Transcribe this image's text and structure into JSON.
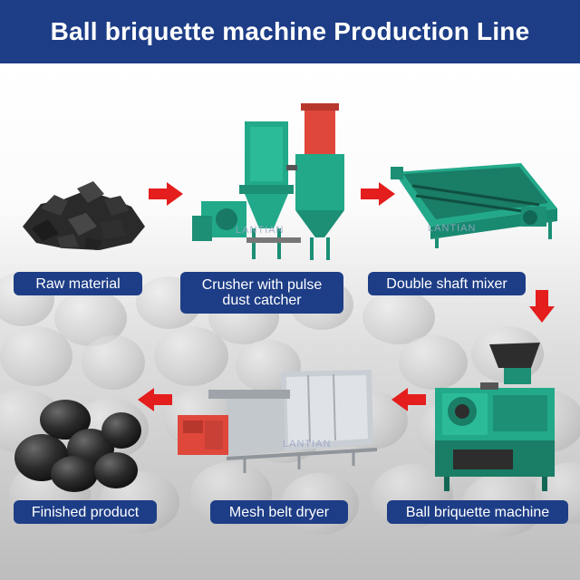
{
  "header": {
    "title": "Ball briquette machine  Production Line"
  },
  "steps": [
    {
      "label": "Raw material"
    },
    {
      "label": "Crusher with pulse dust catcher"
    },
    {
      "label": "Double shaft mixer"
    },
    {
      "label": "Ball briquette machine"
    },
    {
      "label": "Mesh belt dryer"
    },
    {
      "label": "Finished product"
    }
  ],
  "flow_arrows": [
    "right",
    "right",
    "down",
    "left",
    "left"
  ],
  "colors": {
    "header_bg": "#1d3d86",
    "label_bg": "#1d3d86",
    "arrow": "#e41d1d",
    "machine_green": "#22a98a",
    "machine_red": "#e0473b"
  }
}
